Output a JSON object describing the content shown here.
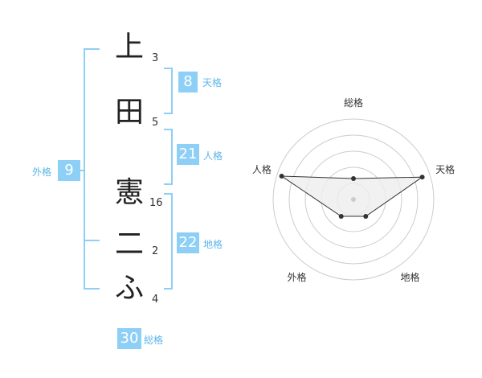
{
  "name": {
    "characters": [
      {
        "char": "上",
        "strokes": "3"
      },
      {
        "char": "田",
        "strokes": "5"
      },
      {
        "char": "憲",
        "strokes": "16"
      },
      {
        "char": "二",
        "strokes": "2"
      },
      {
        "char": "ふ",
        "strokes": "4"
      }
    ]
  },
  "fortunes": {
    "tenkaku": {
      "label": "天格",
      "value": "8"
    },
    "jinkaku": {
      "label": "人格",
      "value": "21"
    },
    "chikaku": {
      "label": "地格",
      "value": "22"
    },
    "gaikaku": {
      "label": "外格",
      "value": "9"
    },
    "soukaku": {
      "label": "総格",
      "value": "30"
    }
  },
  "colors": {
    "accent": "#8ecff6",
    "accent_text": "#5bb5ea",
    "radar_fill": "#eeeeee",
    "radar_ring": "#cccccc"
  },
  "chart_data": {
    "type": "radar",
    "axes": [
      "総格",
      "天格",
      "地格",
      "外格",
      "人格"
    ],
    "levels": 5,
    "values": [
      1.3,
      4.5,
      1.3,
      1.3,
      4.7
    ],
    "range": [
      0,
      5
    ]
  }
}
